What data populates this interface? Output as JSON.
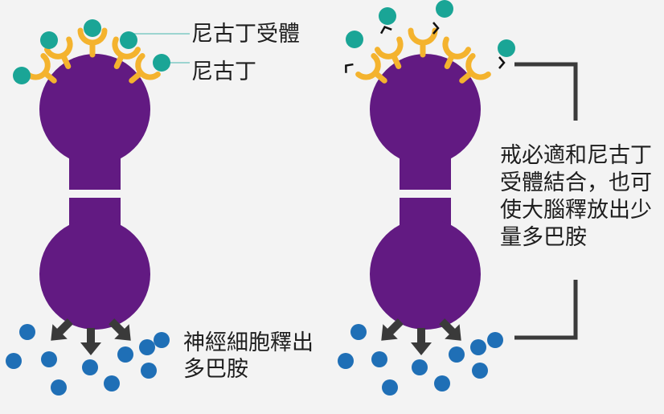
{
  "labels": {
    "receptor": "尼古丁受體",
    "nicotine": "尼古丁",
    "neuron_release": "神經細胞釋出多巴胺",
    "cessation_aid": "戒必適和尼古丁受體結合，也可使大腦釋放出少量多巴胺"
  },
  "colors": {
    "neuron": "#621a82",
    "receptor": "#f4b32e",
    "nicotine": "#1aa596",
    "dopamine": "#1f6fb6",
    "arrow": "#3a3a3a",
    "leader_line": "#7fc9c4",
    "bracket": "#3a3a3a",
    "background": "#f3f3f3"
  },
  "icons": {
    "release_arrow": "down-arrow-icon",
    "partial_binding_mark": "corner-mark-icon"
  }
}
